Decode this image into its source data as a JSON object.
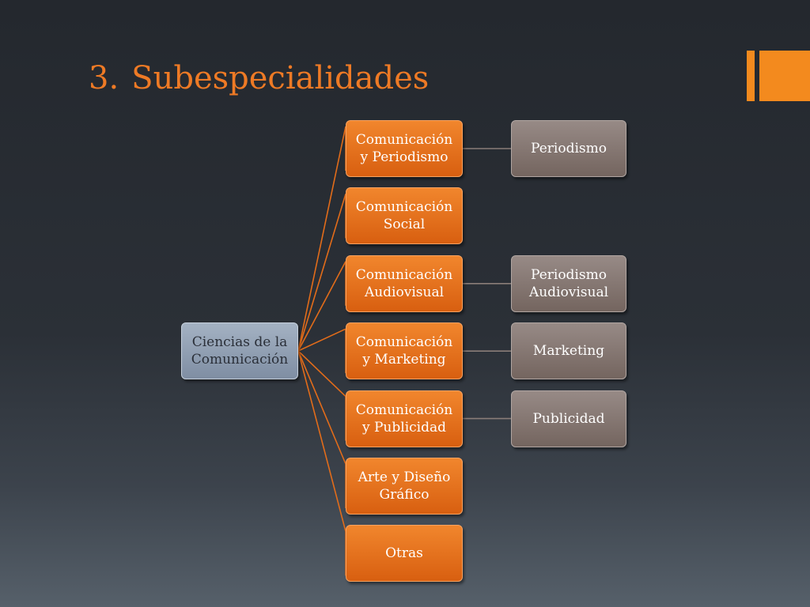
{
  "slide": {
    "number": "3.",
    "title": "Subespecialidades"
  },
  "colors": {
    "accent": "#ee7a25",
    "root_fill": "#8e9db0",
    "mid_fill": "#e26c1a",
    "leaf_fill": "#857772",
    "connector": "#e26c1a",
    "connector_leaf": "#8a7d78"
  },
  "diagram": {
    "root": {
      "label": "Ciencias de la\nComunicación"
    },
    "branches": [
      {
        "label": "Comunicación\ny Periodismo",
        "child": "Periodismo"
      },
      {
        "label": "Comunicación\nSocial",
        "child": null
      },
      {
        "label": "Comunicación\nAudiovisual",
        "child": "Periodismo\nAudiovisual"
      },
      {
        "label": "Comunicación\ny Marketing",
        "child": "Marketing"
      },
      {
        "label": "Comunicación\ny Publicidad",
        "child": "Publicidad"
      },
      {
        "label": "Arte y Diseño\nGráfico",
        "child": null
      },
      {
        "label": "Otras",
        "child": null
      }
    ]
  }
}
